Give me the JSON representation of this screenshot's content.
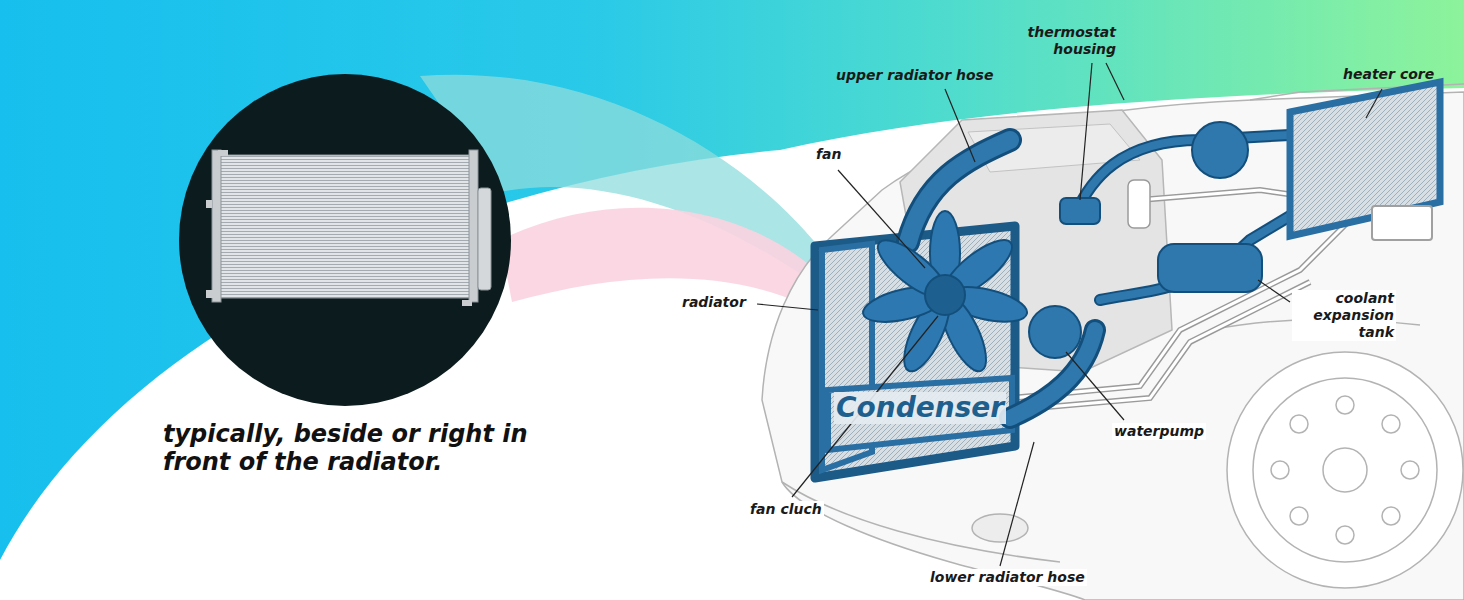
{
  "diagram": {
    "caption": "typically, beside or right in front of the radiator.",
    "labels": [
      "thermostat housing",
      "upper radiator hose",
      "heater core",
      "fan",
      "radiator",
      "coolant expansion tank",
      "waterpump",
      "fan cluch",
      "lower radiator hose",
      "Condenser"
    ]
  }
}
